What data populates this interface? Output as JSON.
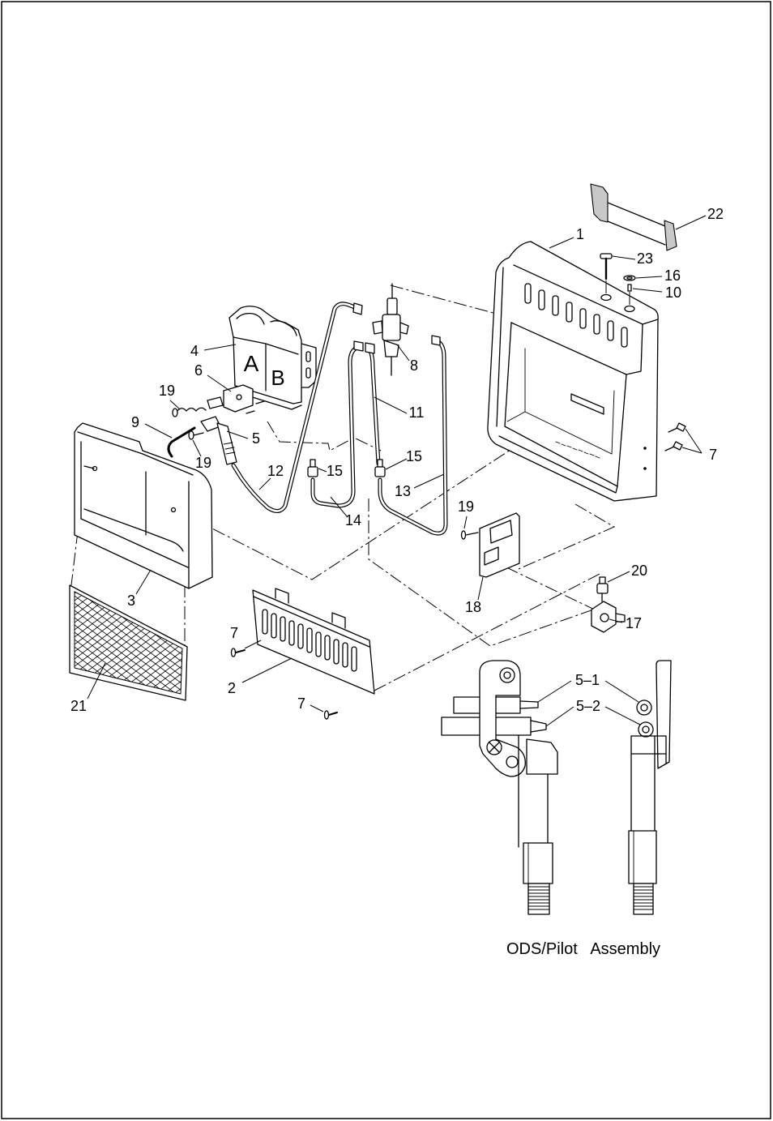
{
  "diagram": {
    "caption": "ODS/Pilot   Assembly",
    "panel_letters": {
      "a": "A",
      "b": "B"
    },
    "callouts": {
      "part_22": "22",
      "part_1": "1",
      "part_23": "23",
      "part_16": "16",
      "part_10": "10",
      "part_4": "4",
      "part_8": "8",
      "part_6": "6",
      "part_19_top": "19",
      "part_11": "11",
      "part_9": "9",
      "part_5": "5",
      "part_7_right": "7",
      "part_19_mid": "19",
      "part_15_right": "15",
      "part_12": "12",
      "part_15_left": "15",
      "part_13": "13",
      "part_14": "14",
      "part_19_bracket": "19",
      "part_3": "3",
      "part_18": "18",
      "part_20": "20",
      "part_17": "17",
      "part_7_left": "7",
      "part_2": "2",
      "part_5_1": "5–1",
      "part_5_2": "5–2",
      "part_7_bottom": "7",
      "part_21": "21"
    }
  }
}
